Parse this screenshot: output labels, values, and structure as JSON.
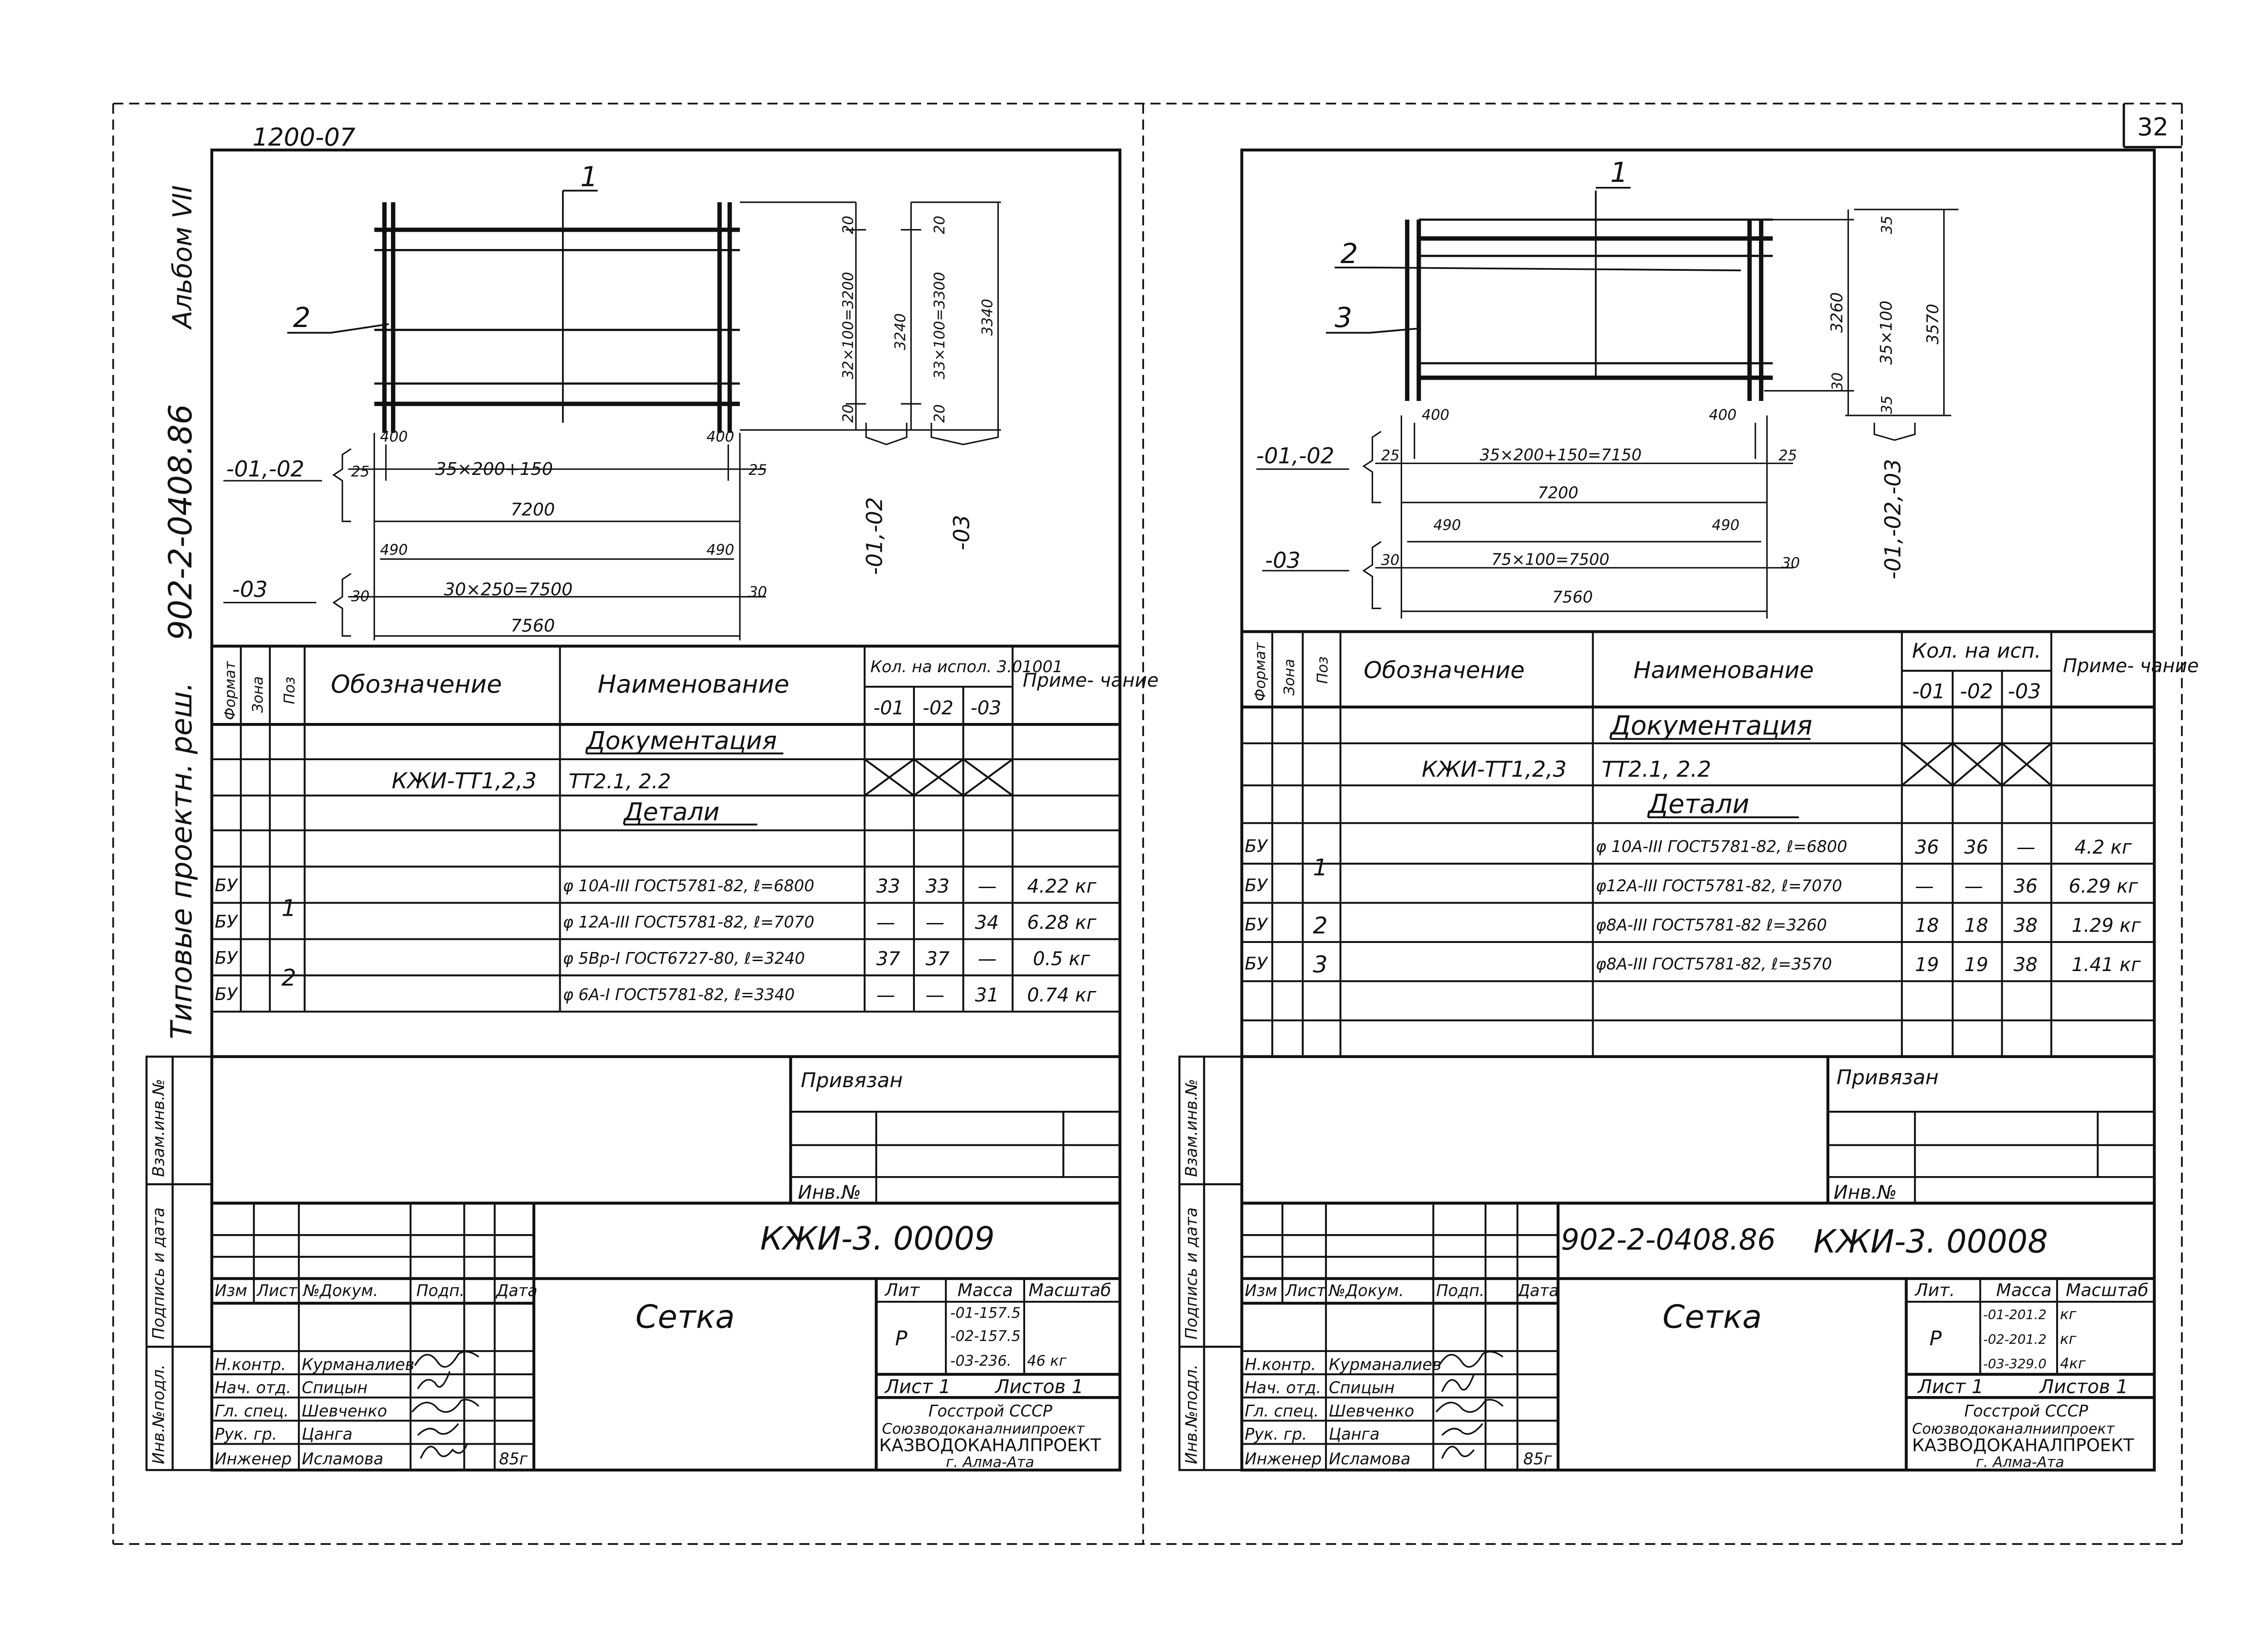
{
  "page": {
    "number": "32",
    "drawing_code": "1200-07"
  },
  "side": {
    "album": "Альбом VII",
    "project": "902-2-0408.86",
    "caption": "Типовые проектн. реш.",
    "inv_vzam": "Взам.инв.№",
    "sign_date": "Подпись и дата",
    "inv_podl": "Инв.№подл."
  },
  "left": {
    "leaders": {
      "p1": "1",
      "p2": "2"
    },
    "dims": {
      "top_s1": "20",
      "s1_main": "32×100=3200",
      "s1_bot": "20",
      "s1_total": "3240",
      "top_s2": "20",
      "s2_main": "33×100=3300",
      "s2_bot": "20",
      "s2_total": "3340",
      "lab_s1": "-01,-02",
      "lab_s2": "-03",
      "r1_label": "-01,-02",
      "r1_off_l": "400",
      "r1_off_r": "400",
      "r1_edge_l": "25",
      "r1_main": "35×200+150",
      "r1_edge_r": "25",
      "r1_total": "7200",
      "r2_label": "-03",
      "r2_off_l": "490",
      "r2_off_r": "490",
      "r2_edge_l": "30",
      "r2_main": "30×250=7500",
      "r2_edge_r": "30",
      "r2_total": "7560"
    },
    "spec": {
      "h_format": "Формат",
      "h_zone": "Зона",
      "h_pos": "Поз",
      "h_designation": "Обозначение",
      "h_name": "Наименование",
      "h_qty": "Кол. на испол. 3.01001",
      "h_note": "Приме- чание",
      "variants": [
        "-01",
        "-02",
        "-03"
      ],
      "sec_doc": "Документация",
      "doc_code": "КЖИ-ТТ1,2,3",
      "doc_name": "ТТ2.1, 2.2",
      "sec_det": "Детали",
      "rows": [
        {
          "fmt": "БУ",
          "pos": "1",
          "name": "φ 10А-III ГОСТ5781-82, ℓ=6800",
          "q1": "33",
          "q2": "33",
          "q3": "—",
          "note": "4.22 кг"
        },
        {
          "fmt": "БУ",
          "pos": "",
          "name": "φ 12А-III ГОСТ5781-82, ℓ=7070",
          "q1": "—",
          "q2": "—",
          "q3": "34",
          "note": "6.28 кг"
        },
        {
          "fmt": "БУ",
          "pos": "2",
          "name": "φ 5Вр-I ГОСТ6727-80, ℓ=3240",
          "q1": "37",
          "q2": "37",
          "q3": "—",
          "note": "0.5 кг"
        },
        {
          "fmt": "БУ",
          "pos": "",
          "name": "φ 6А-I ГОСТ5781-82, ℓ=3340",
          "q1": "—",
          "q2": "—",
          "q3": "31",
          "note": "0.74 кг"
        }
      ]
    },
    "privyazan": "Привязан",
    "inv": "Инв.№",
    "title": {
      "doc_code": "КЖИ-3. 00009",
      "h_izm": "Изм",
      "h_list": "Лист",
      "h_ndok": "№Докум.",
      "h_podp": "Подп.",
      "h_data": "Дата",
      "staff": [
        {
          "role": "Н.контр.",
          "name": "Курманалиев"
        },
        {
          "role": "Нач. отд.",
          "name": "Спицын"
        },
        {
          "role": "Гл. спец.",
          "name": "Шевченко"
        },
        {
          "role": "Рук. гр.",
          "name": "Цанга"
        },
        {
          "role": "Инженер",
          "name": "Исламова"
        }
      ],
      "year": "85г",
      "item_name": "Сетка",
      "h_lit": "Лит",
      "h_mass": "Масса",
      "h_scale": "Масштаб",
      "lit": "Р",
      "masses": [
        "-01-157.5",
        "-02-157.5",
        "-03-236.",
        "46 кг"
      ],
      "sheet": "Лист 1",
      "sheets": "Листов 1",
      "org1": "Госстрой СССР",
      "org2": "Союзводоканалниипроект",
      "org3": "КАЗВОДОКАНАЛПРОЕКТ",
      "org4": "г. Алма-Ата"
    }
  },
  "right": {
    "leaders": {
      "p1": "1",
      "p2": "2",
      "p3": "3"
    },
    "dims": {
      "top": "35",
      "s_a": "3260",
      "s_b": "35×100",
      "s_total": "3570",
      "gap": "30",
      "bot": "35",
      "lab_s": "-01,-02,-03",
      "r1_label": "-01,-02",
      "r1_off_l": "400",
      "r1_off_r": "400",
      "r1_edge_l": "25",
      "r1_main": "35×200+150=7150",
      "r1_edge_r": "25",
      "r1_total": "7200",
      "r2_label": "-03",
      "r2_off_l": "490",
      "r2_off_r": "490",
      "r2_edge_l": "30",
      "r2_main": "75×100=7500",
      "r2_edge_r": "30",
      "r2_total": "7560"
    },
    "spec": {
      "h_format": "Формат",
      "h_zone": "Зона",
      "h_pos": "Поз",
      "h_designation": "Обозначение",
      "h_name": "Наименование",
      "h_qty": "Кол. на исп.",
      "h_note": "Приме- чание",
      "variants": [
        "-01",
        "-02",
        "-03"
      ],
      "sec_doc": "Документация",
      "doc_code": "КЖИ-ТТ1,2,3",
      "doc_name": "ТТ2.1, 2.2",
      "sec_det": "Детали",
      "rows": [
        {
          "fmt": "БУ",
          "pos": "1",
          "name": "φ 10А-III ГОСТ5781-82, ℓ=6800",
          "q1": "36",
          "q2": "36",
          "q3": "—",
          "note": "4.2 кг"
        },
        {
          "fmt": "БУ",
          "pos": "",
          "name": "φ12А-III ГОСТ5781-82, ℓ=7070",
          "q1": "—",
          "q2": "—",
          "q3": "36",
          "note": "6.29 кг"
        },
        {
          "fmt": "БУ",
          "pos": "2",
          "name": "φ8А-III ГОСТ5781-82 ℓ=3260",
          "q1": "18",
          "q2": "18",
          "q3": "38",
          "note": "1.29 кг"
        },
        {
          "fmt": "БУ",
          "pos": "3",
          "name": "φ8А-III ГОСТ5781-82, ℓ=3570",
          "q1": "19",
          "q2": "19",
          "q3": "38",
          "note": "1.41 кг"
        }
      ]
    },
    "privyazan": "Привязан",
    "inv": "Инв.№",
    "title": {
      "project": "902-2-0408.86",
      "doc_code": "КЖИ-3. 00008",
      "h_izm": "Изм",
      "h_list": "Лист",
      "h_ndok": "№Докум.",
      "h_podp": "Подп.",
      "h_data": "Дата",
      "staff": [
        {
          "role": "Н.контр.",
          "name": "Курманалиев"
        },
        {
          "role": "Нач. отд.",
          "name": "Спицын"
        },
        {
          "role": "Гл. спец.",
          "name": "Шевченко"
        },
        {
          "role": "Рук. гр.",
          "name": "Цанга"
        },
        {
          "role": "Инженер",
          "name": "Исламова"
        }
      ],
      "year": "85г",
      "item_name": "Сетка",
      "h_lit": "Лит.",
      "h_mass": "Масса",
      "h_scale": "Масштаб",
      "lit": "Р",
      "masses": [
        "-01-201.2",
        "-02-201.2",
        "-03-329.0"
      ],
      "mass_units": [
        "кг",
        "кг",
        "4кг"
      ],
      "sheet": "Лист 1",
      "sheets": "Листов 1",
      "org1": "Госстрой СССР",
      "org2": "Союзводоканалниипроект",
      "org3": "КАЗВОДОКАНАЛПРОЕКТ",
      "org4": "г. Алма-Ата"
    }
  }
}
